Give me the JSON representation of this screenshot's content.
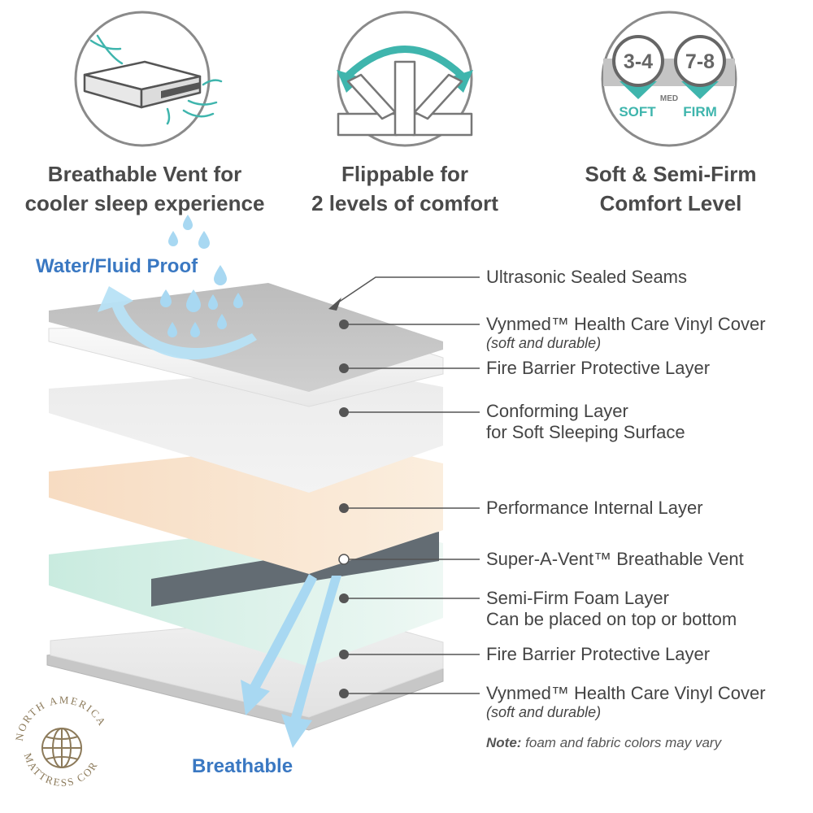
{
  "features": [
    {
      "icon": "breathable-vent-icon",
      "title_line1": "Breathable Vent for",
      "title_line2": "cooler sleep experience"
    },
    {
      "icon": "flip-icon",
      "title_line1": "Flippable for",
      "title_line2": "2 levels of comfort"
    },
    {
      "icon": "comfort-level-icon",
      "title_line1": "Soft & Semi-Firm",
      "title_line2": "Comfort Level"
    }
  ],
  "comfort_badge": {
    "soft_value": "3-4",
    "firm_value": "7-8",
    "soft_label": "SOFT",
    "med_label": "MED",
    "firm_label": "FIRM"
  },
  "water_label": "Water/Fluid Proof",
  "breathable_label": "Breathable",
  "layers": [
    {
      "label": "Ultrasonic Sealed Seams"
    },
    {
      "label": "Vynmed™ Health Care Vinyl Cover",
      "sublabel": "(soft and durable)"
    },
    {
      "label": "Fire Barrier Protective Layer"
    },
    {
      "label": "Conforming Layer",
      "label2": "for Soft Sleeping Surface"
    },
    {
      "label": "Performance Internal Layer"
    },
    {
      "label": "Super-A-Vent™ Breathable Vent"
    },
    {
      "label": "Semi-Firm Foam Layer",
      "label2": "Can be placed on top or bottom"
    },
    {
      "label": "Fire Barrier Protective Layer"
    },
    {
      "label": "Vynmed™ Health Care Vinyl Cover",
      "sublabel": "(soft and durable)"
    }
  ],
  "note": {
    "prefix": "Note:",
    "text": " foam and fabric colors may vary"
  },
  "logo": {
    "text_top": "NORTH AMERICA",
    "text_bottom": "MATTRESS CORP."
  },
  "colors": {
    "teal": "#3fb5ad",
    "blue_text": "#3a78c2",
    "water_blue": "#a8d8f2",
    "gray_text": "#4a4a4a",
    "vent_dark": "#636c73"
  }
}
